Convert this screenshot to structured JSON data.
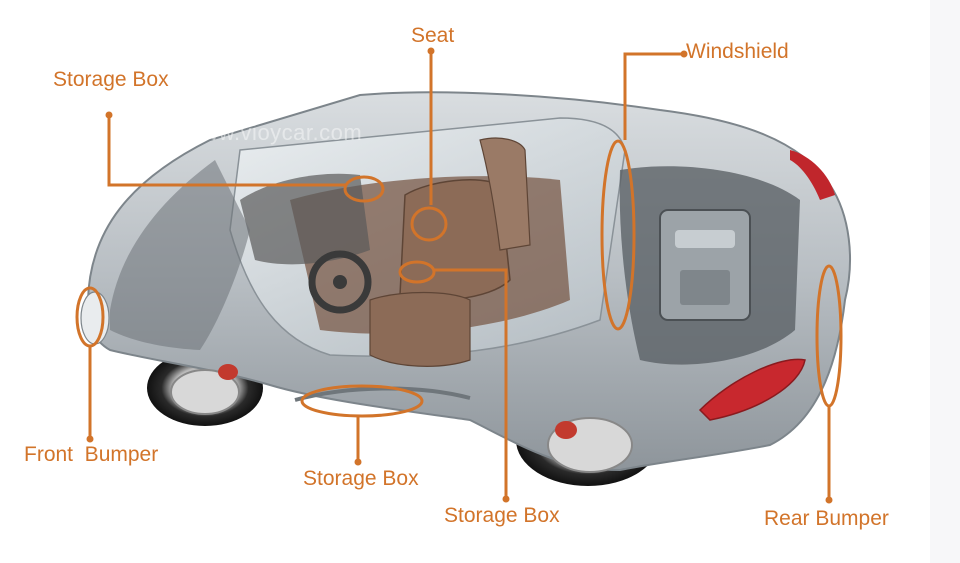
{
  "diagram": {
    "accent_color": "#d2742a",
    "watermark": "www.vioycar.com",
    "labels": {
      "seat": "Seat",
      "windshield": "Windshield",
      "storage_box_top": "Storage Box",
      "front_bumper": "Front  Bumper",
      "storage_box_bottom": "Storage Box",
      "storage_box_middle": "Storage Box",
      "rear_bumper": "Rear Bumper"
    }
  }
}
